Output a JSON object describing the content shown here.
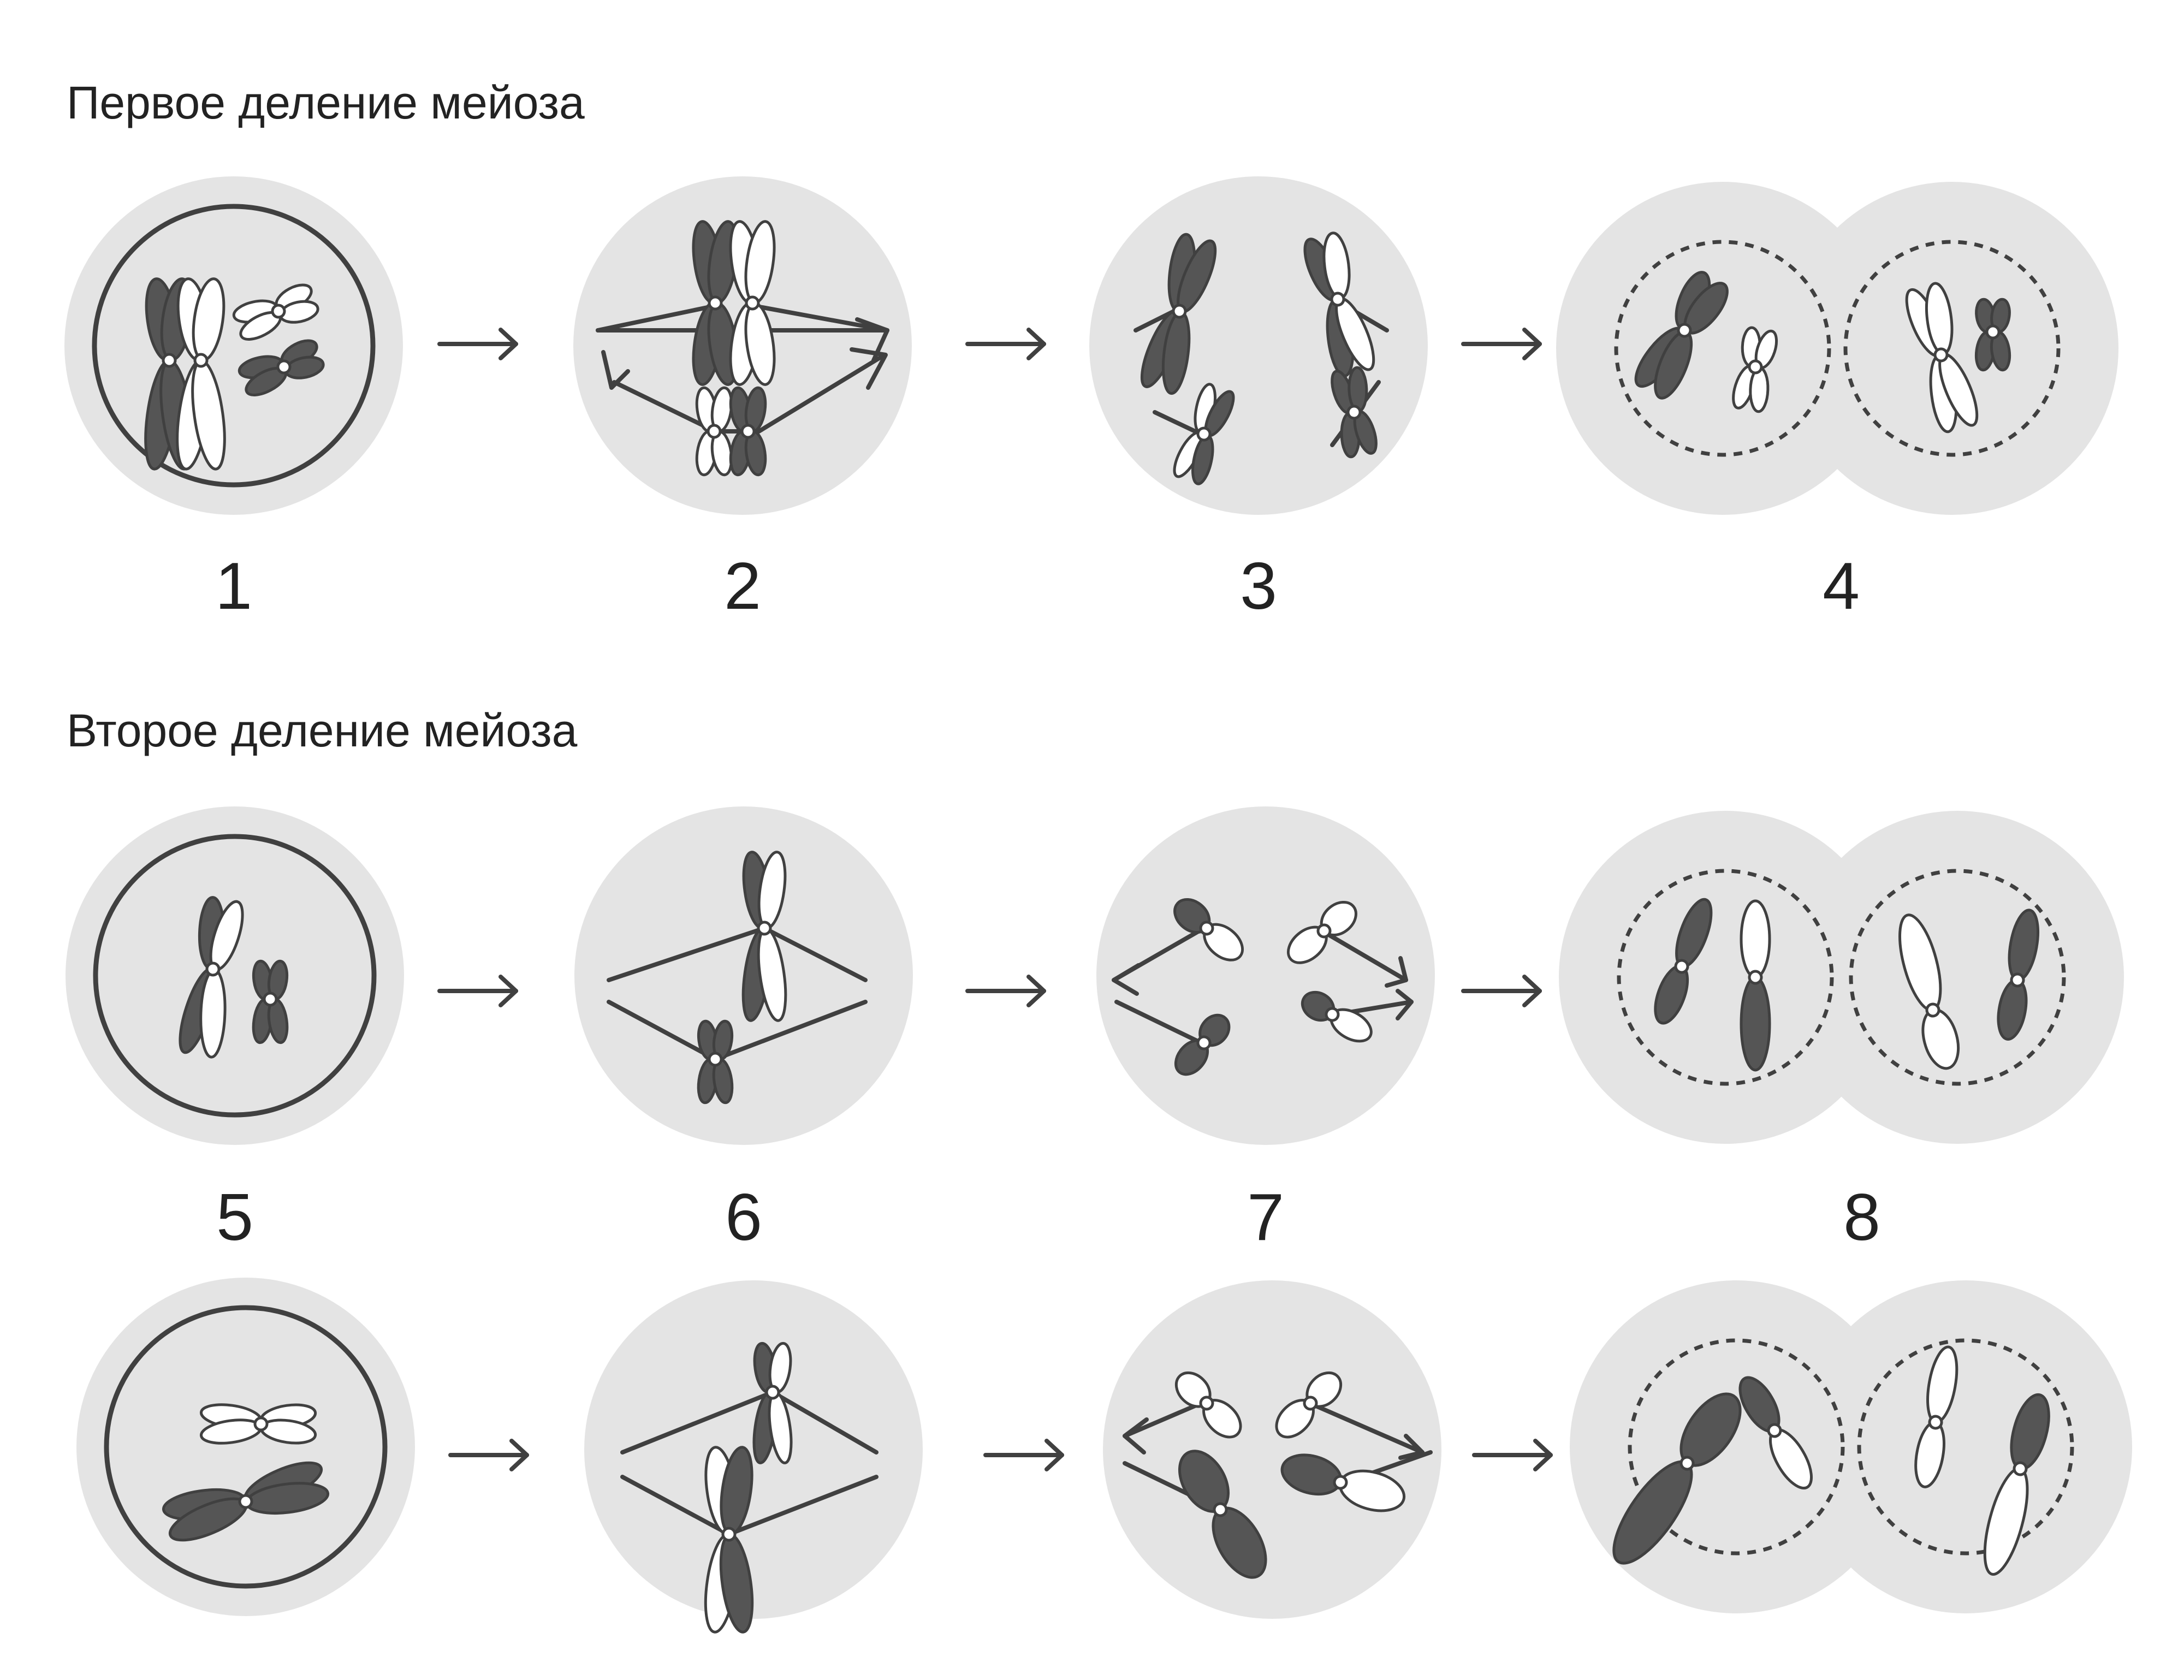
{
  "headings": {
    "first_division": "Первое деление мейоза",
    "second_division": "Второе деление мейоза"
  },
  "stage_numbers": [
    "1",
    "2",
    "3",
    "4",
    "5",
    "6",
    "7",
    "8"
  ],
  "colors": {
    "cell_fill": "#e4e4e4",
    "line": "#404040",
    "chromosome_dark": "#555555",
    "chromosome_light": "#ffffff",
    "text": "#222222"
  }
}
